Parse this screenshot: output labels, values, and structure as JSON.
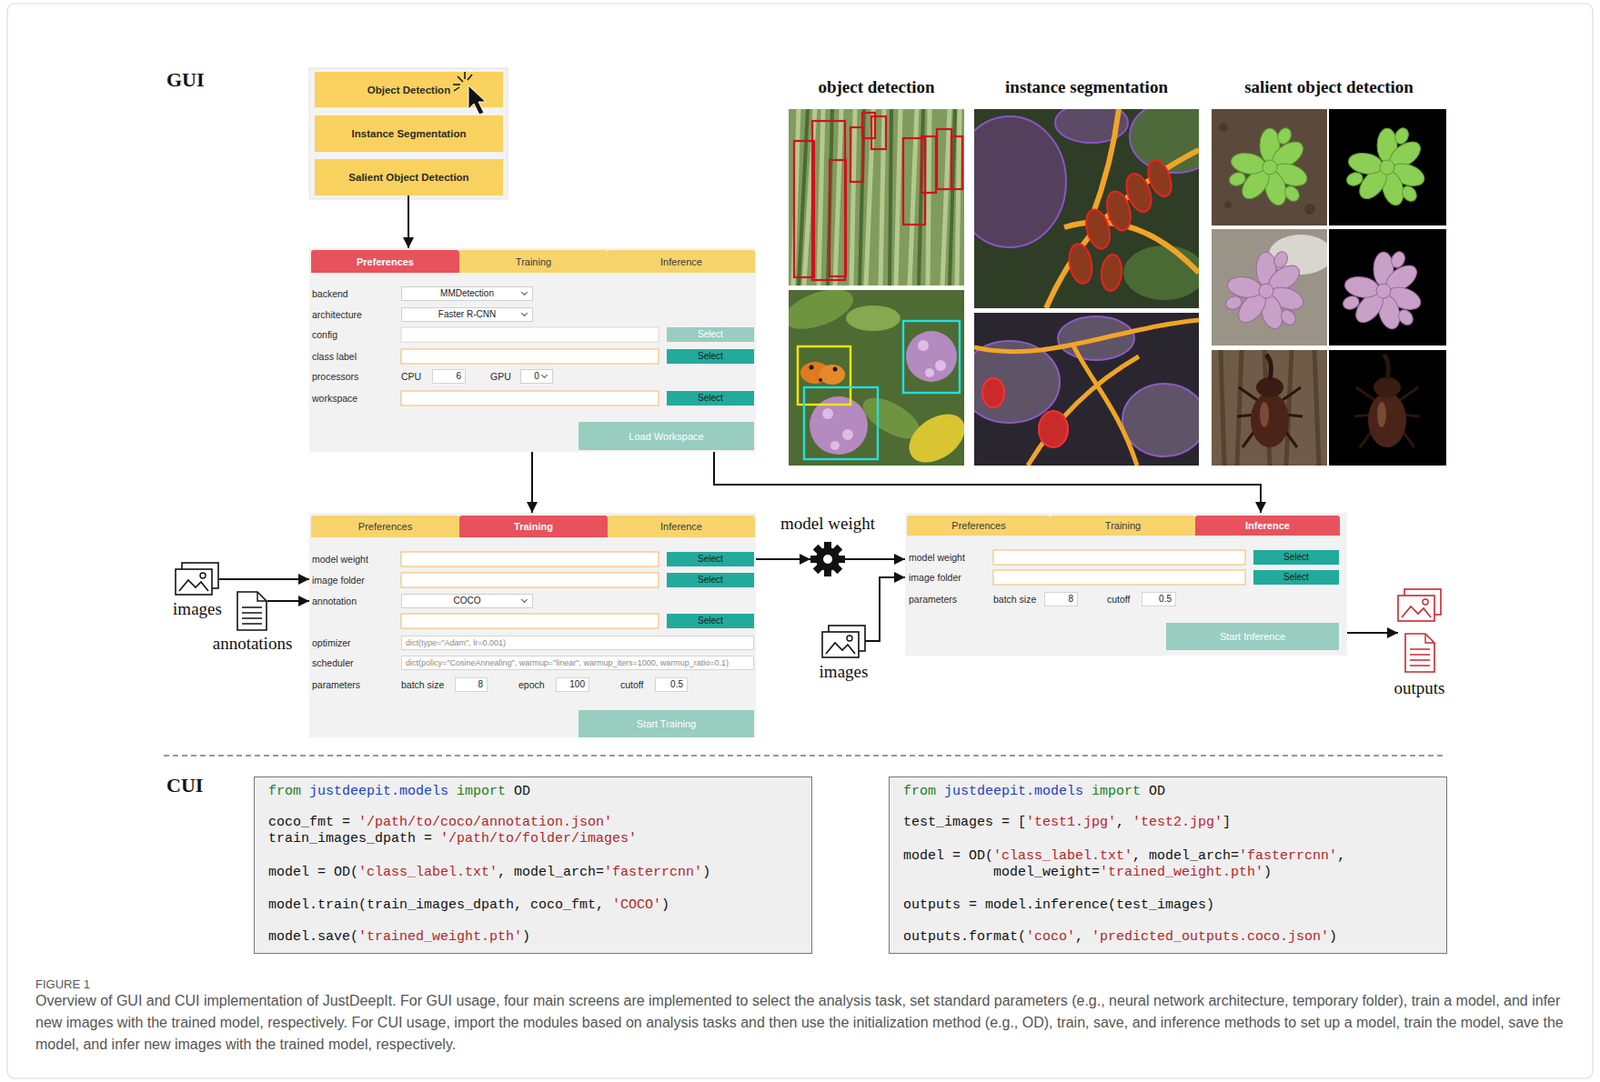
{
  "diagram": {
    "caption": "Overview of GUI and CUI implementation of JustDeepIt. For GUI usage, four main screens are implemented to select the analysis task, set standard parameters (e.g., neural network architecture, temporary folder), train a model, and infer new images with the trained model, respectively. For CUI usage, import the modules based on analysis tasks and then use the initialization method (e.g., OD), train, save, and inference methods to set up a model, train the model, save the model, and infer new images with the trained model, respectively.",
    "nodes": [
      {
        "text": [
          "Object Detection"
        ]
      },
      {
        "text": [
          "Instance Segmentation"
        ]
      },
      {
        "text": [
          "Salient Object Detection"
        ]
      },
      {
        "text": [
          "object detection"
        ]
      },
      {
        "text": [
          "instance segmentation"
        ]
      },
      {
        "text": [
          "salient object detection"
        ]
      },
      {
        "text": [
          "backend",
          "architecture",
          "config",
          "class label",
          "processors",
          "CPU",
          "GPU",
          "workspace"
        ]
      },
      {
        "text": [
          "Preferences"
        ],
        "in": 6
      },
      {
        "text": [
          "Training"
        ],
        "in": 6
      },
      {
        "text": [
          "Inference"
        ],
        "in": 6
      },
      {
        "text": [
          "MMDetection"
        ],
        "in": 6
      },
      {
        "text": [
          "Faster R-CNN"
        ],
        "in": 6
      },
      {
        "text": [
          "Select"
        ],
        "in": 6
      },
      {
        "text": [
          "Select"
        ],
        "in": 6
      },
      {
        "text": [
          "6"
        ],
        "in": 6
      },
      {
        "text": [
          "0"
        ],
        "in": 6
      },
      {
        "text": [
          "Select"
        ],
        "in": 6
      },
      {
        "text": [
          "Load Workspace"
        ],
        "in": 6
      },
      {
        "text": [
          "images"
        ]
      },
      {
        "text": [
          "annotations"
        ]
      },
      {
        "text": [
          "model weight",
          "image folder",
          "annotation",
          "optimizer",
          "scheduler",
          "parameters",
          "batch size",
          "epoch",
          "cutoff"
        ]
      },
      {
        "text": [
          "Preferences"
        ],
        "in": 20
      },
      {
        "text": [
          "Training"
        ],
        "in": 20
      },
      {
        "text": [
          "Inference"
        ],
        "in": 20
      },
      {
        "text": [
          "Select"
        ],
        "in": 20
      },
      {
        "text": [
          "Select"
        ],
        "in": 20
      },
      {
        "text": [
          "COCO"
        ],
        "in": 20
      },
      {
        "text": [
          "Select"
        ],
        "in": 20
      },
      {
        "text": [
          "dict(type=\"Adam\", lr=0.001)"
        ],
        "in": 20
      },
      {
        "text": [
          "dict(policy=\"CosineAnnealing\", warmup=\"linear\", warmup_iters=1000, warmup_ratio=0.1)"
        ],
        "in": 20
      },
      {
        "text": [
          "8"
        ],
        "in": 20
      },
      {
        "text": [
          "100"
        ],
        "in": 20
      },
      {
        "text": [
          "0.5"
        ],
        "in": 20
      },
      {
        "text": [
          "Start Training"
        ],
        "in": 20
      },
      {
        "text": [
          "model weight"
        ]
      },
      {
        "text": [
          "model weight",
          "image folder",
          "parameters",
          "batch size",
          "cutoff"
        ]
      },
      {
        "text": [
          "Preferences"
        ],
        "in": 35
      },
      {
        "text": [
          "Training"
        ],
        "in": 35
      },
      {
        "text": [
          "Inference"
        ],
        "in": 35
      },
      {
        "text": [
          "Select"
        ],
        "in": 35
      },
      {
        "text": [
          "Select"
        ],
        "in": 35
      },
      {
        "text": [
          "8"
        ],
        "in": 35
      },
      {
        "text": [
          "0.5"
        ],
        "in": 35
      },
      {
        "text": [
          "Start Inference"
        ],
        "in": 35
      },
      {
        "text": [
          "images"
        ]
      },
      {
        "text": [
          "outputs"
        ]
      },
      {
        "text": [
          "from justdeepit.models import OD",
          "coco_fmt = '/path/to/coco/annotation.json'",
          "train_images_dpath = '/path/to/folder/images'",
          "model = OD('class_label.txt', model_arch='fasterrcnn')",
          "model.train(train_images_dpath, coco_fmt, 'COCO')",
          "model.save('trained_weight.pth')"
        ]
      },
      {
        "text": [
          "from justdeepit.models import OD",
          "test_images = ['test1.jpg', 'test2.jpg']",
          "model = OD('class_label.txt', model_arch='fasterrcnn',",
          "model_weight='trained_weight.pth')",
          "outputs = model.inference(test_images)",
          "outputs.format('coco', 'predicted_outputs.coco.json')"
        ]
      }
    ],
    "edges": [
      {
        "from": 2,
        "to": 6,
        "arrow": "to"
      },
      {
        "from": 6,
        "to": 20,
        "arrow": "to"
      },
      {
        "from": 6,
        "to": 35,
        "arrow": "to"
      },
      {
        "from": 18,
        "to": 20,
        "arrow": "to"
      },
      {
        "from": 19,
        "to": 20,
        "arrow": "to"
      },
      {
        "from": 20,
        "to": 34,
        "arrow": "to"
      },
      {
        "from": 34,
        "to": 35,
        "arrow": "to"
      },
      {
        "from": 44,
        "to": 35,
        "arrow": "to"
      },
      {
        "from": 35,
        "to": 45,
        "arrow": "to"
      }
    ],
    "labels": [
      "GUI",
      "CUI",
      "FIGURE 1"
    ]
  }
}
